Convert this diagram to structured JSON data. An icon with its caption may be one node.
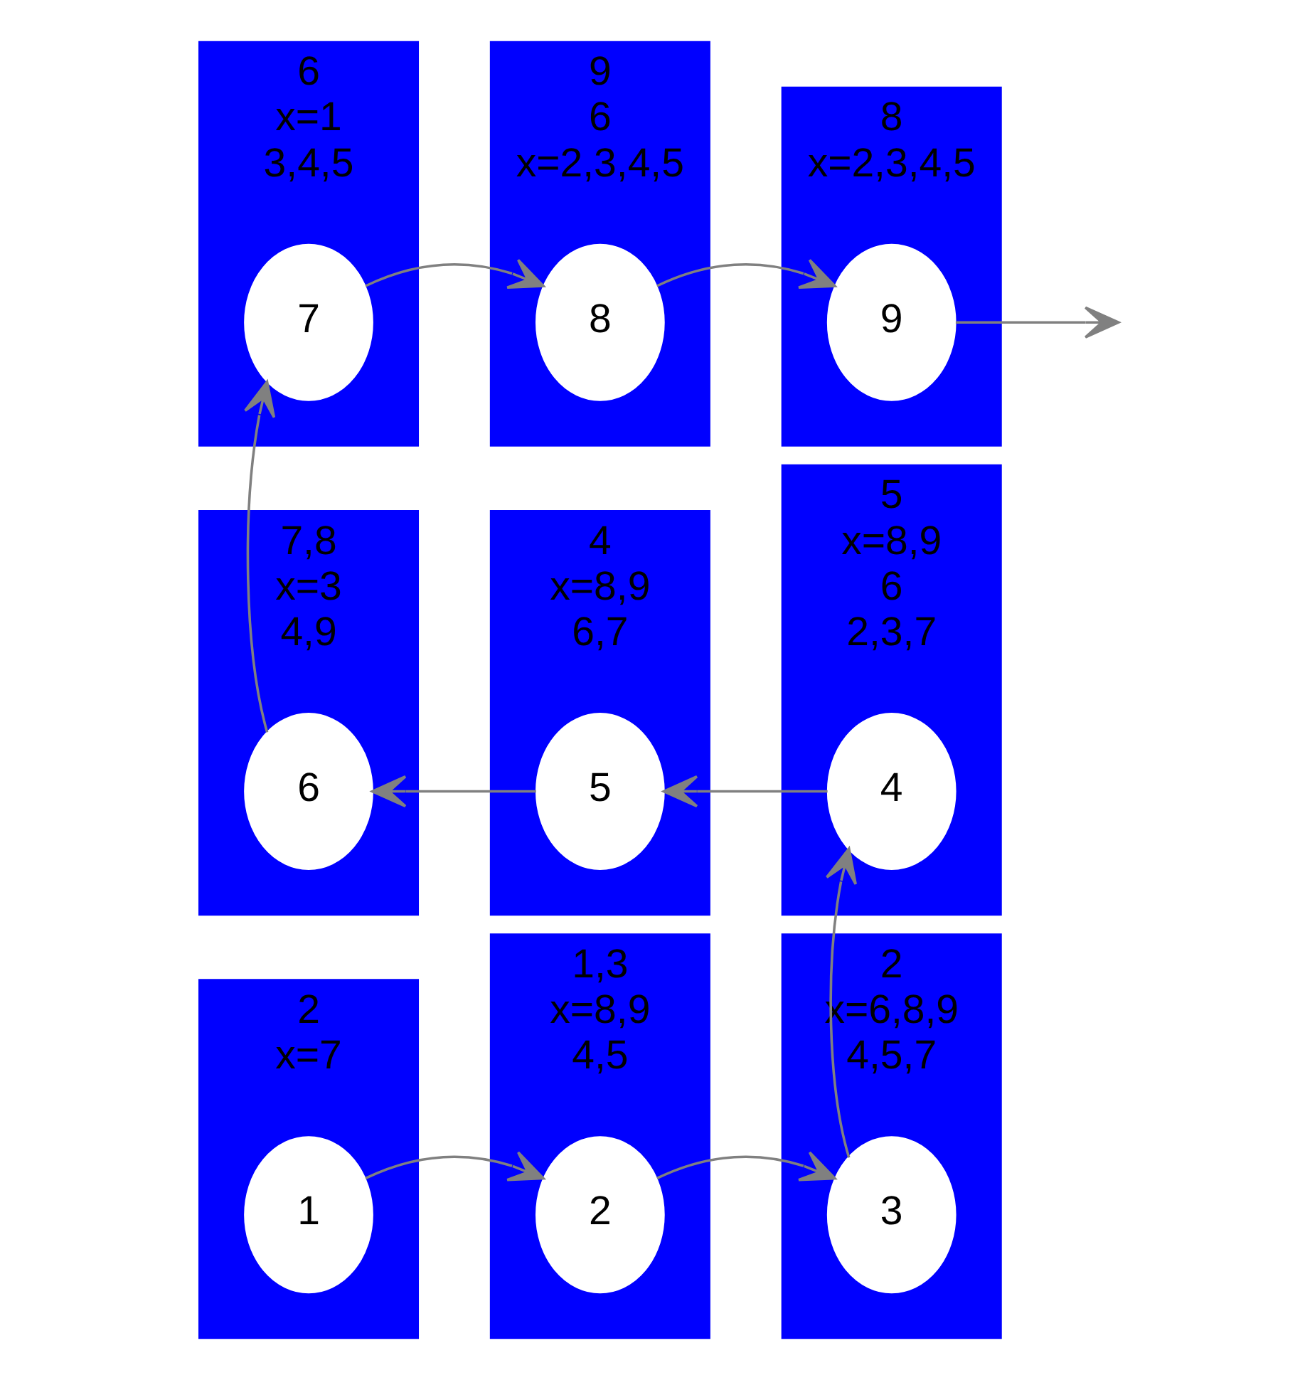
{
  "diagram": {
    "nodes": [
      {
        "text": [
          "6",
          "x=1",
          "3,4,5"
        ]
      },
      {
        "text": [
          "7"
        ],
        "in": 0
      },
      {
        "text": [
          "9",
          "6",
          "x=2,3,4,5"
        ]
      },
      {
        "text": [
          "8"
        ],
        "in": 2
      },
      {
        "text": [
          "8",
          "x=2,3,4,5"
        ]
      },
      {
        "text": [
          "9"
        ],
        "in": 4
      },
      {
        "text": [
          "7,8",
          "x=3",
          "4,9"
        ]
      },
      {
        "text": [
          "6"
        ],
        "in": 6
      },
      {
        "text": [
          "4",
          "x=8,9",
          "6,7"
        ]
      },
      {
        "text": [
          "5"
        ],
        "in": 8
      },
      {
        "text": [
          "5",
          "x=8,9",
          "6",
          "2,3,7"
        ]
      },
      {
        "text": [
          "4"
        ],
        "in": 10
      },
      {
        "text": [
          "2",
          "x=7"
        ]
      },
      {
        "text": [
          "1"
        ],
        "in": 12
      },
      {
        "text": [
          "1,3",
          "x=8,9",
          "4,5"
        ]
      },
      {
        "text": [
          "2"
        ],
        "in": 14
      },
      {
        "text": [
          "2",
          "x=6,8,9",
          "4,5,7"
        ]
      },
      {
        "text": [
          "3"
        ],
        "in": 16
      }
    ],
    "edges": [
      {
        "from": 13,
        "to": 15,
        "arrow": "to"
      },
      {
        "from": 15,
        "to": 17,
        "arrow": "to"
      },
      {
        "from": 17,
        "to": 11,
        "arrow": "to"
      },
      {
        "from": 11,
        "to": 9,
        "arrow": "to"
      },
      {
        "from": 9,
        "to": 7,
        "arrow": "to"
      },
      {
        "from": 7,
        "to": 1,
        "arrow": "to"
      },
      {
        "from": 1,
        "to": 3,
        "arrow": "to"
      },
      {
        "from": 3,
        "to": 5,
        "arrow": "to"
      },
      {
        "from": 5,
        "to": null,
        "arrow": "to"
      }
    ]
  }
}
